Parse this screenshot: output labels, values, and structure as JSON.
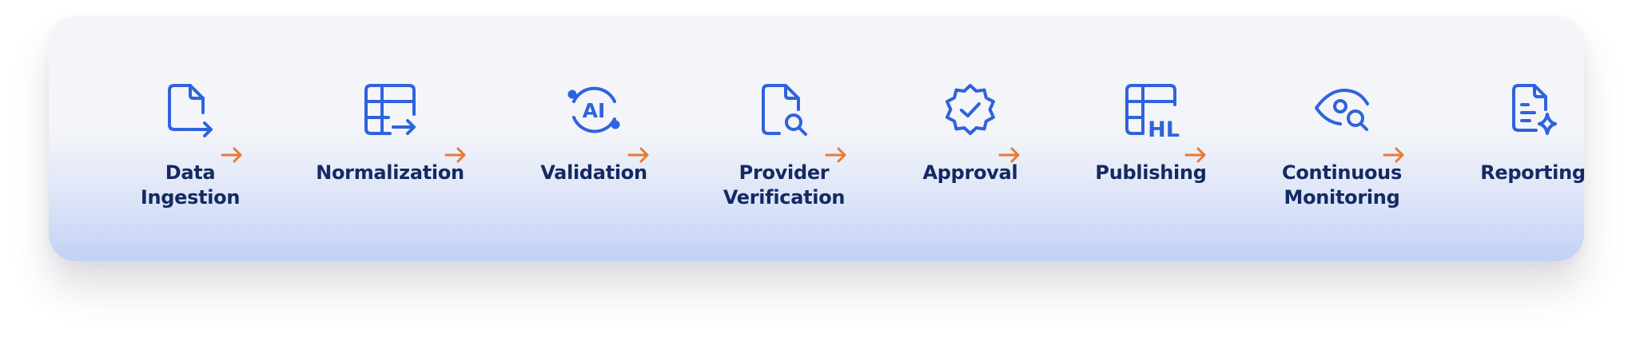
{
  "pipeline": {
    "steps": [
      {
        "label": "Data\nIngestion",
        "icon": "file-import-icon"
      },
      {
        "label": "Normalization",
        "icon": "table-arrow-icon"
      },
      {
        "label": "Validation",
        "icon": "ai-refresh-icon"
      },
      {
        "label": "Provider\nVerification",
        "icon": "file-search-icon"
      },
      {
        "label": "Approval",
        "icon": "badge-check-icon"
      },
      {
        "label": "Publishing",
        "icon": "table-hl-icon"
      },
      {
        "label": "Continuous\nMonitoring",
        "icon": "eye-search-icon"
      },
      {
        "label": "Reporting",
        "icon": "report-sparkle-icon"
      }
    ],
    "icon_text": {
      "ai": "AI",
      "hl": "HL"
    },
    "arrow_icon": "arrow-right-icon",
    "colors": {
      "icon": "#2f63dd",
      "label": "#142a63",
      "arrow": "#e87a34",
      "card_top": "#f4f5f9",
      "card_bottom": "#c2d1f6"
    }
  }
}
